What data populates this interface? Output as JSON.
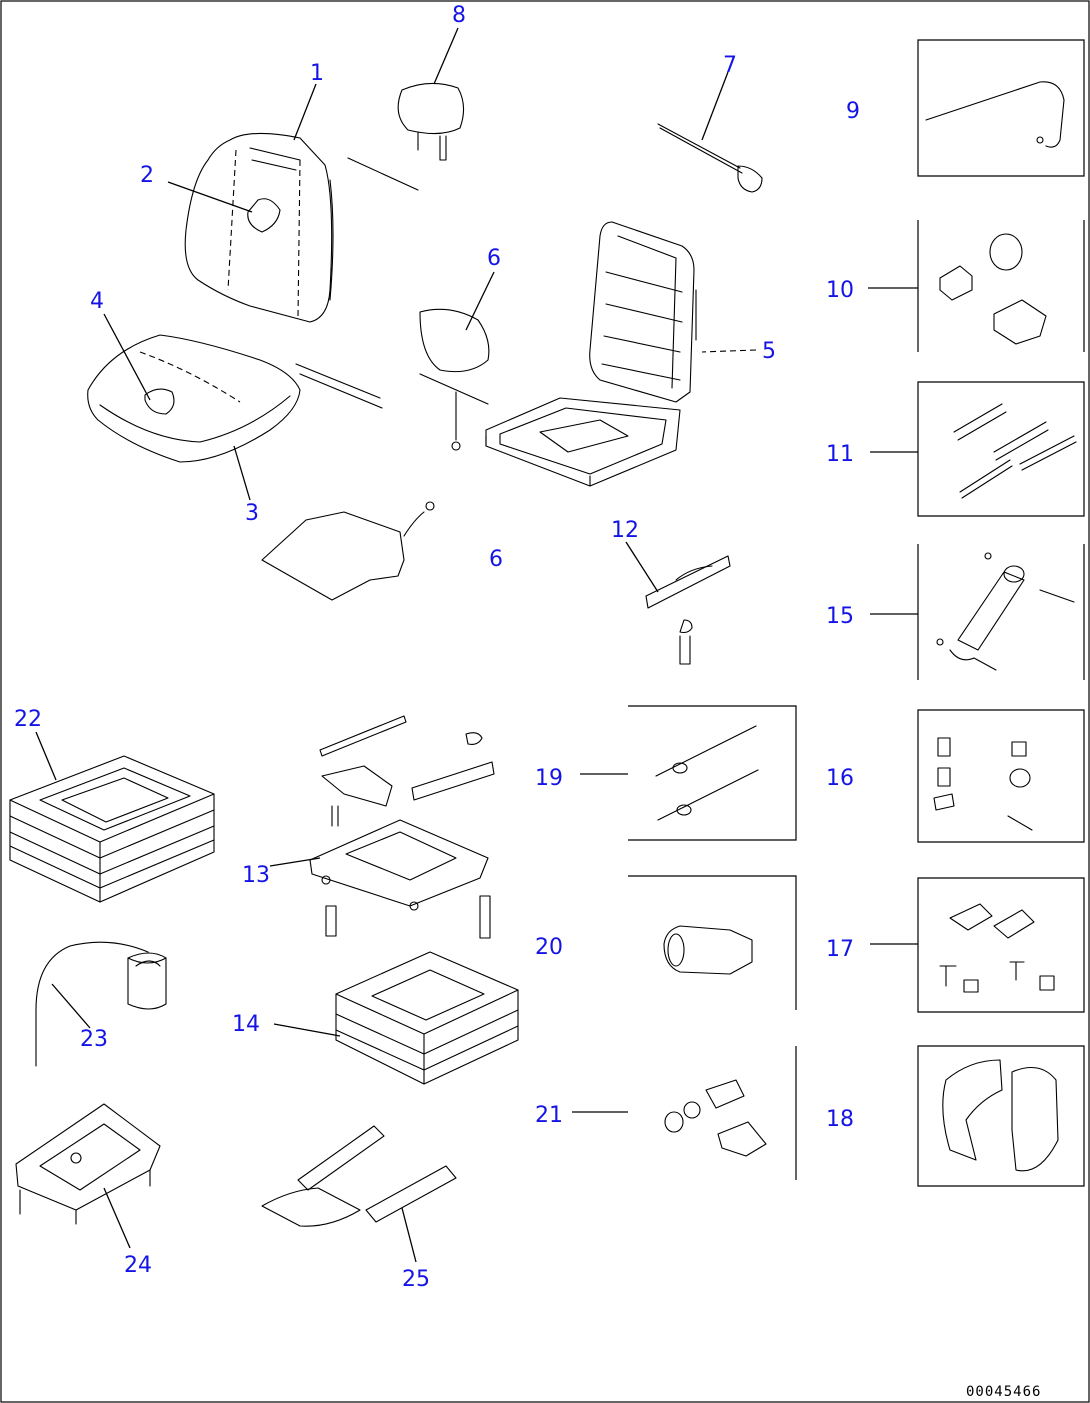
{
  "drawing_code": "00045466",
  "callouts": [
    {
      "id": "1",
      "label": "1"
    },
    {
      "id": "2",
      "label": "2"
    },
    {
      "id": "3",
      "label": "3"
    },
    {
      "id": "4",
      "label": "4"
    },
    {
      "id": "5",
      "label": "5"
    },
    {
      "id": "6a",
      "label": "6"
    },
    {
      "id": "6b",
      "label": "6"
    },
    {
      "id": "7",
      "label": "7"
    },
    {
      "id": "8",
      "label": "8"
    },
    {
      "id": "9",
      "label": "9"
    },
    {
      "id": "10",
      "label": "10"
    },
    {
      "id": "11",
      "label": "11"
    },
    {
      "id": "12",
      "label": "12"
    },
    {
      "id": "13",
      "label": "13"
    },
    {
      "id": "14",
      "label": "14"
    },
    {
      "id": "15",
      "label": "15"
    },
    {
      "id": "16",
      "label": "16"
    },
    {
      "id": "17",
      "label": "17"
    },
    {
      "id": "18",
      "label": "18"
    },
    {
      "id": "19",
      "label": "19"
    },
    {
      "id": "20",
      "label": "20"
    },
    {
      "id": "21",
      "label": "21"
    },
    {
      "id": "22",
      "label": "22"
    },
    {
      "id": "23",
      "label": "23"
    },
    {
      "id": "24",
      "label": "24"
    },
    {
      "id": "25",
      "label": "25"
    }
  ],
  "colors": {
    "callout": "#1414e6",
    "line": "#000000",
    "background": "#ffffff"
  }
}
